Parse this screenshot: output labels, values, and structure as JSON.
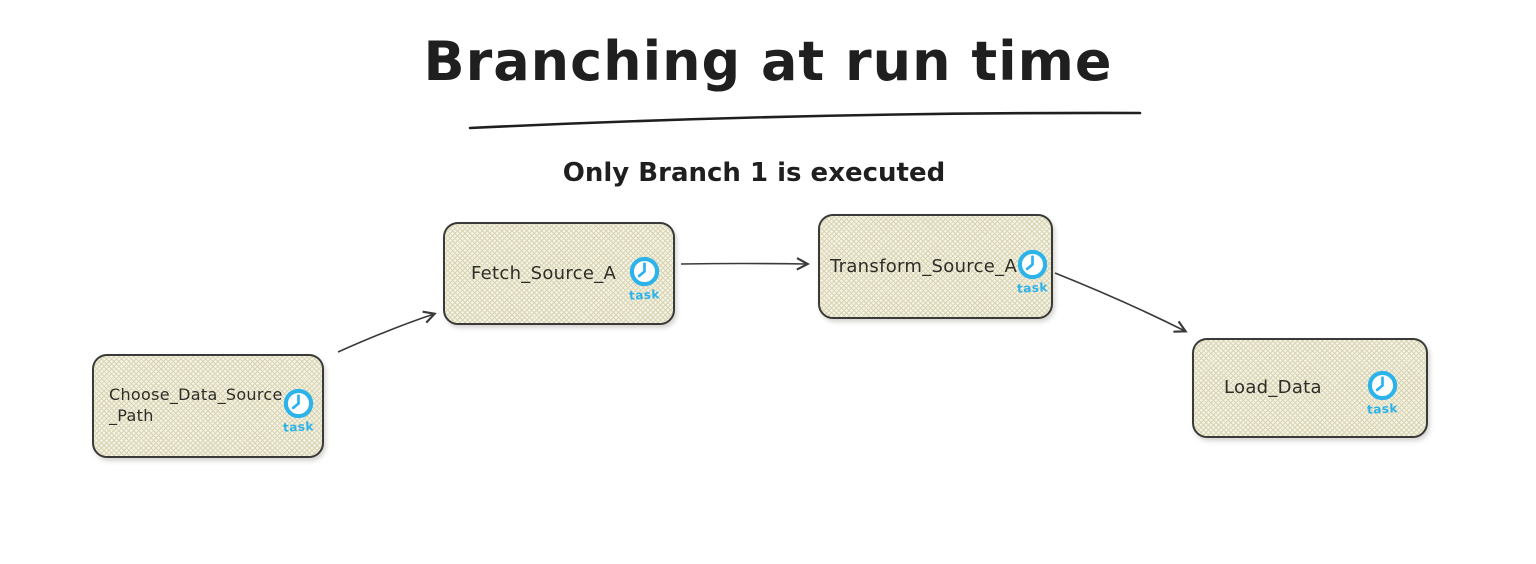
{
  "title": {
    "text": "Branching at run time"
  },
  "subtitle": {
    "text": "Only Branch 1 is executed"
  },
  "colors": {
    "accent_blue": "#2cb3ea",
    "ink": "#1f1f1f",
    "node_border": "#3a3a38",
    "node_fill": "#f4f2e4",
    "node_hatch": "#d9d5b4"
  },
  "nodes": [
    {
      "id": "choose_data_source_path",
      "label": "Choose_Data_Source_Path",
      "label_lines": [
        "Choose_Data_Source",
        "_Path"
      ],
      "icon": "clock-icon",
      "badge": "task"
    },
    {
      "id": "fetch_source_a",
      "label": "Fetch_Source_A",
      "icon": "clock-icon",
      "badge": "task"
    },
    {
      "id": "transform_source_a",
      "label": "Transform_Source_A",
      "icon": "clock-icon",
      "badge": "task"
    },
    {
      "id": "load_data",
      "label": "Load_Data",
      "icon": "clock-icon",
      "badge": "task"
    }
  ],
  "edges": [
    {
      "from": "Choose_Data_Source_Path",
      "to": "Fetch_Source_A"
    },
    {
      "from": "Fetch_Source_A",
      "to": "Transform_Source_A"
    },
    {
      "from": "Transform_Source_A",
      "to": "Load_Data"
    }
  ]
}
